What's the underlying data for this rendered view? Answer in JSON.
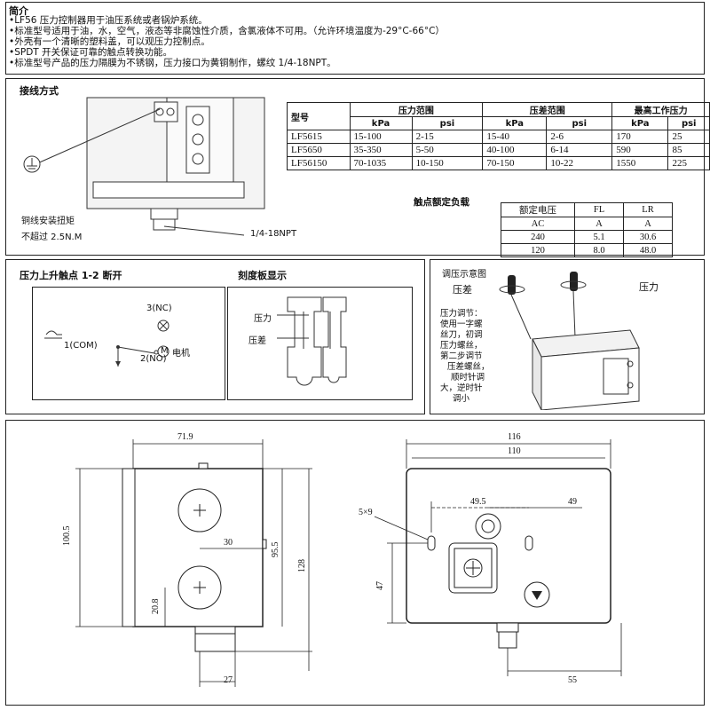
{
  "intro": {
    "title": "简介",
    "lines": [
      "•LF56 压力控制器用于油压系统或者锅炉系统。",
      "•标准型号适用于油，水，空气，液态等非腐蚀性介质，含氯液体不可用。（允许环境温度为-29°C-66°C）",
      "•外壳有一个清晰的塑料盖，可以观压力控制点。",
      "•SPDT 开关保证可靠的触点转换功能。",
      "•标准型号产品的压力隔膜为不锈钢，压力接口为黄铜制作，螺纹 1/4-18NPT。"
    ]
  },
  "wiring": {
    "title": "接线方式",
    "torque_label": "铜线安装扭矩",
    "torque_value": "不超过 2.5N.M",
    "thread_label": "1/4-18NPT"
  },
  "spec_table": {
    "h_model": "型号",
    "h_pressure_range": "压力范围",
    "h_diff_range": "压差范围",
    "h_max_pressure": "最高工作压力",
    "u_kpa": "kPa",
    "u_psi": "psi",
    "rows": [
      [
        "LF5615",
        "15-100",
        "2-15",
        "15-40",
        "2-6",
        "170",
        "25"
      ],
      [
        "LF5650",
        "35-350",
        "5-50",
        "40-100",
        "6-14",
        "590",
        "85"
      ],
      [
        "LF56150",
        "70-1035",
        "10-150",
        "70-150",
        "10-22",
        "1550",
        "225"
      ]
    ]
  },
  "contact_rating": {
    "title": "触点额定负载",
    "h_voltage": "额定电压",
    "h_fl": "FL",
    "h_lr": "LR",
    "h_ac": "AC",
    "h_a1": "A",
    "h_a2": "A",
    "rows": [
      [
        "240",
        "5.1",
        "30.6"
      ],
      [
        "120",
        "8.0",
        "48.0"
      ]
    ]
  },
  "contact": {
    "title": "压力上升触点 1-2 断开",
    "nc": "3(NC)",
    "com": "1(COM)",
    "no": "2(NO)",
    "motor_symbol": "M",
    "motor": "电机"
  },
  "scale": {
    "title": "刻度板显示",
    "pressure": "压力",
    "diff": "压差"
  },
  "adjust": {
    "title": "调压示意图",
    "diff": "压差",
    "pressure": "压力",
    "note": [
      "压力调节：",
      "使用一字螺",
      "丝刀，初调",
      "压力螺丝，",
      "第二步调节",
      "压差螺丝，",
      "顺时针调",
      "大，逆时针",
      "调小"
    ]
  },
  "dims_left": {
    "w_71_9": "71.9",
    "h_100_5": "100.5",
    "h_95_5": "95.5",
    "h_128": "128",
    "d_30": "30",
    "d_20_8": "20.8",
    "d_27": "27"
  },
  "dims_right": {
    "w_116": "116",
    "w_110": "110",
    "d_49_5": "49.5",
    "d_49": "49",
    "slot": "5×9",
    "d_47": "47",
    "d_55": "55"
  }
}
